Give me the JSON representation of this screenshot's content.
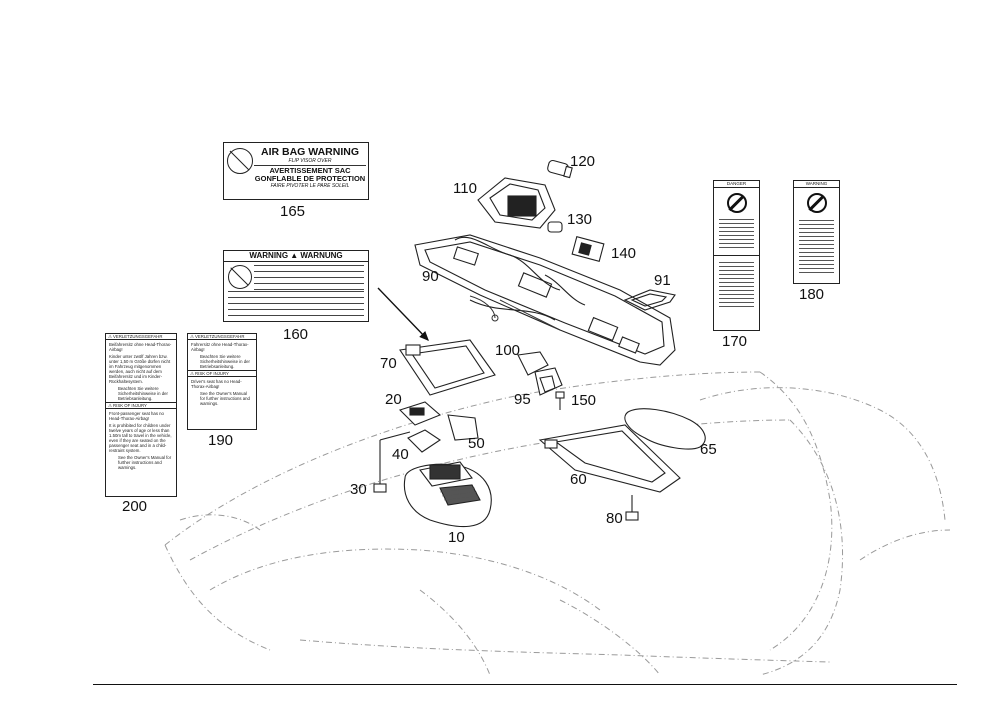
{
  "callouts": {
    "p10": "10",
    "p20": "20",
    "p30": "30",
    "p40": "40",
    "p50": "50",
    "p60": "60",
    "p65": "65",
    "p70": "70",
    "p80": "80",
    "p90": "90",
    "p91": "91",
    "p95": "95",
    "p100": "100",
    "p110": "110",
    "p120": "120",
    "p130": "130",
    "p140": "140",
    "p150": "150",
    "p160": "160",
    "p165": "165",
    "p170": "170",
    "p180": "180",
    "p190": "190",
    "p200": "200"
  },
  "label165": {
    "line1": "AIR BAG WARNING",
    "line2": "FLIP VISOR OVER",
    "line3": "AVERTISSEMENT SAC",
    "line4": "GONFLABLE DE PROTECTION",
    "line5": "FAIRE PIVOTER LE PARE SOLEIL"
  },
  "label160": {
    "header": "WARNING ▲ WARNUNG"
  },
  "label170": {
    "header": "DANGER"
  },
  "label180": {
    "header": "WARNING"
  },
  "label190": {
    "header": "VERLETZUNGSGEFAHR",
    "line1": "Fahrersitz ohne Head-Thorax-Airbag!",
    "line2": "Beachten Sie weitere Sicherheitshinweise in der Betriebsanleitung.",
    "risk": "RISK OF INJURY",
    "line3": "Driver's seat has no Head-Thorax-Airbag!",
    "line4": "See the Owner's Manual for further instructions and warnings."
  },
  "label200": {
    "header": "VERLETZUNGSGEFAHR",
    "line1": "Beifahrersitz ohne Head-Thorax-Airbag!",
    "line2": "Kinder unter zwölf Jahren bzw. unter 1,50 m Größe dürfen nicht im Fahrzeug mitgenommen werden, auch nicht auf dem Beifahrersitz und im Kinder-Rückhaltesystem.",
    "line3": "Beachten Sie weitere Sicherheitshinweise in der Betriebsanleitung.",
    "risk": "RISK OF INJURY",
    "line4": "Front-passenger seat has no Head-Thorax-Airbag!",
    "line5": "It is prohibited for children under twelve years of age or less than 1.50m tall to travel in the vehicle, even if they are seated on the passenger seat and in a child-restraint system.",
    "line6": "See the Owner's Manual for further instructions and warnings."
  }
}
